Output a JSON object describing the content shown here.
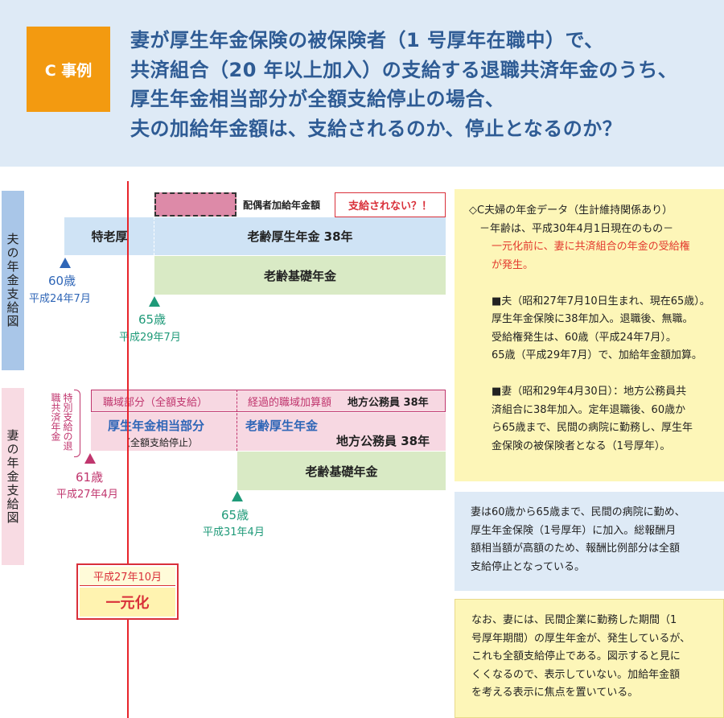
{
  "header": {
    "badge": "C 事例",
    "title_lines": [
      "妻が厚生年金保険の被保険者（1 号厚年在職中）で、",
      "共済組合（20 年以上加入）の支給する退職共済年金のうち、",
      "厚生年金相当部分が全額支給停止の場合、",
      "夫の加給年金額は、支給されるのか、停止となるのか？"
    ]
  },
  "husband": {
    "side_label": "夫の年金支給図",
    "spouse_addition_label": "配偶者加給年金額",
    "not_paid_label": "支給されない？！",
    "tokurou_label": "特老厚",
    "old_age_kosei_label": "老齢厚生年金 38年",
    "old_age_basic_label": "老齢基礎年金",
    "age60": "60歳",
    "age60_date": "平成24年7月",
    "age65": "65歳",
    "age65_date": "平成29年7月"
  },
  "wife": {
    "side_label": "妻の年金支給図",
    "special_label": "特別支給の退職共済年金",
    "shokuiki_label": "職域部分（全額支給）",
    "keika_label": "経過的職域加算額",
    "chiho1_label": "地方公務員 38年",
    "kosei_soutou_label": "厚生年金相当部分",
    "zengaku_teishi_label": "（全額支給停止）",
    "rourei_kosei_label": "老齢厚生年金",
    "chiho2_label": "地方公務員 38年",
    "old_age_basic_label": "老齢基礎年金",
    "age61": "61歳",
    "age61_date": "平成27年4月",
    "age65": "65歳",
    "age65_date": "平成31年4月"
  },
  "unification": {
    "date": "平成27年10月",
    "label": "一元化"
  },
  "notes": {
    "box1_lines": [
      "◇C夫婦の年金データ（生計維持関係あり）",
      "　－年齢は、平成30年4月1日現在のもの－",
      "一元化前に、妻に共済組合の年金の受給権",
      "が発生。",
      "",
      "■夫（昭和27年7月10日生まれ、現在65歳）。",
      "厚生年金保険に38年加入。退職後、無職。",
      "受給権発生は、60歳（平成24年7月）。",
      "65歳（平成29年7月）で、加給年金額加算。",
      "",
      "■妻（昭和29年4月30日）：地方公務員共",
      "済組合に38年加入。定年退職後、60歳か",
      "ら65歳まで、民間の病院に勤務し、厚生年",
      "金保険の被保険者となる（1号厚年）。"
    ],
    "box2_lines": [
      "妻は60歳から65歳まで、民間の病院に勤め、",
      "厚生年金保険（1号厚年）に加入。総報酬月",
      "額相当額が高額のため、報酬比例部分は全額",
      "支給停止となっている。"
    ],
    "box3_lines": [
      "なお、妻には、民間企業に勤務した期間（1",
      "号厚年期間）の厚生年金が、発生しているが、",
      "これも全額支給停止である。図示すると見に",
      "くくなるので、表示していない。加給年金額",
      "を考える表示に焦点を置いている。"
    ]
  },
  "colors": {
    "header_bg": "#deeaf6",
    "badge": "#f39a10",
    "title": "#2e5b94",
    "blue_bar": "#cfe3f5",
    "green_bar": "#d9eac5",
    "pink_bar": "#f7d8e2",
    "red_line": "#e8242a",
    "teal": "#1f9a79",
    "magenta": "#c0366e",
    "note_yellow": "#fdf6b8"
  }
}
